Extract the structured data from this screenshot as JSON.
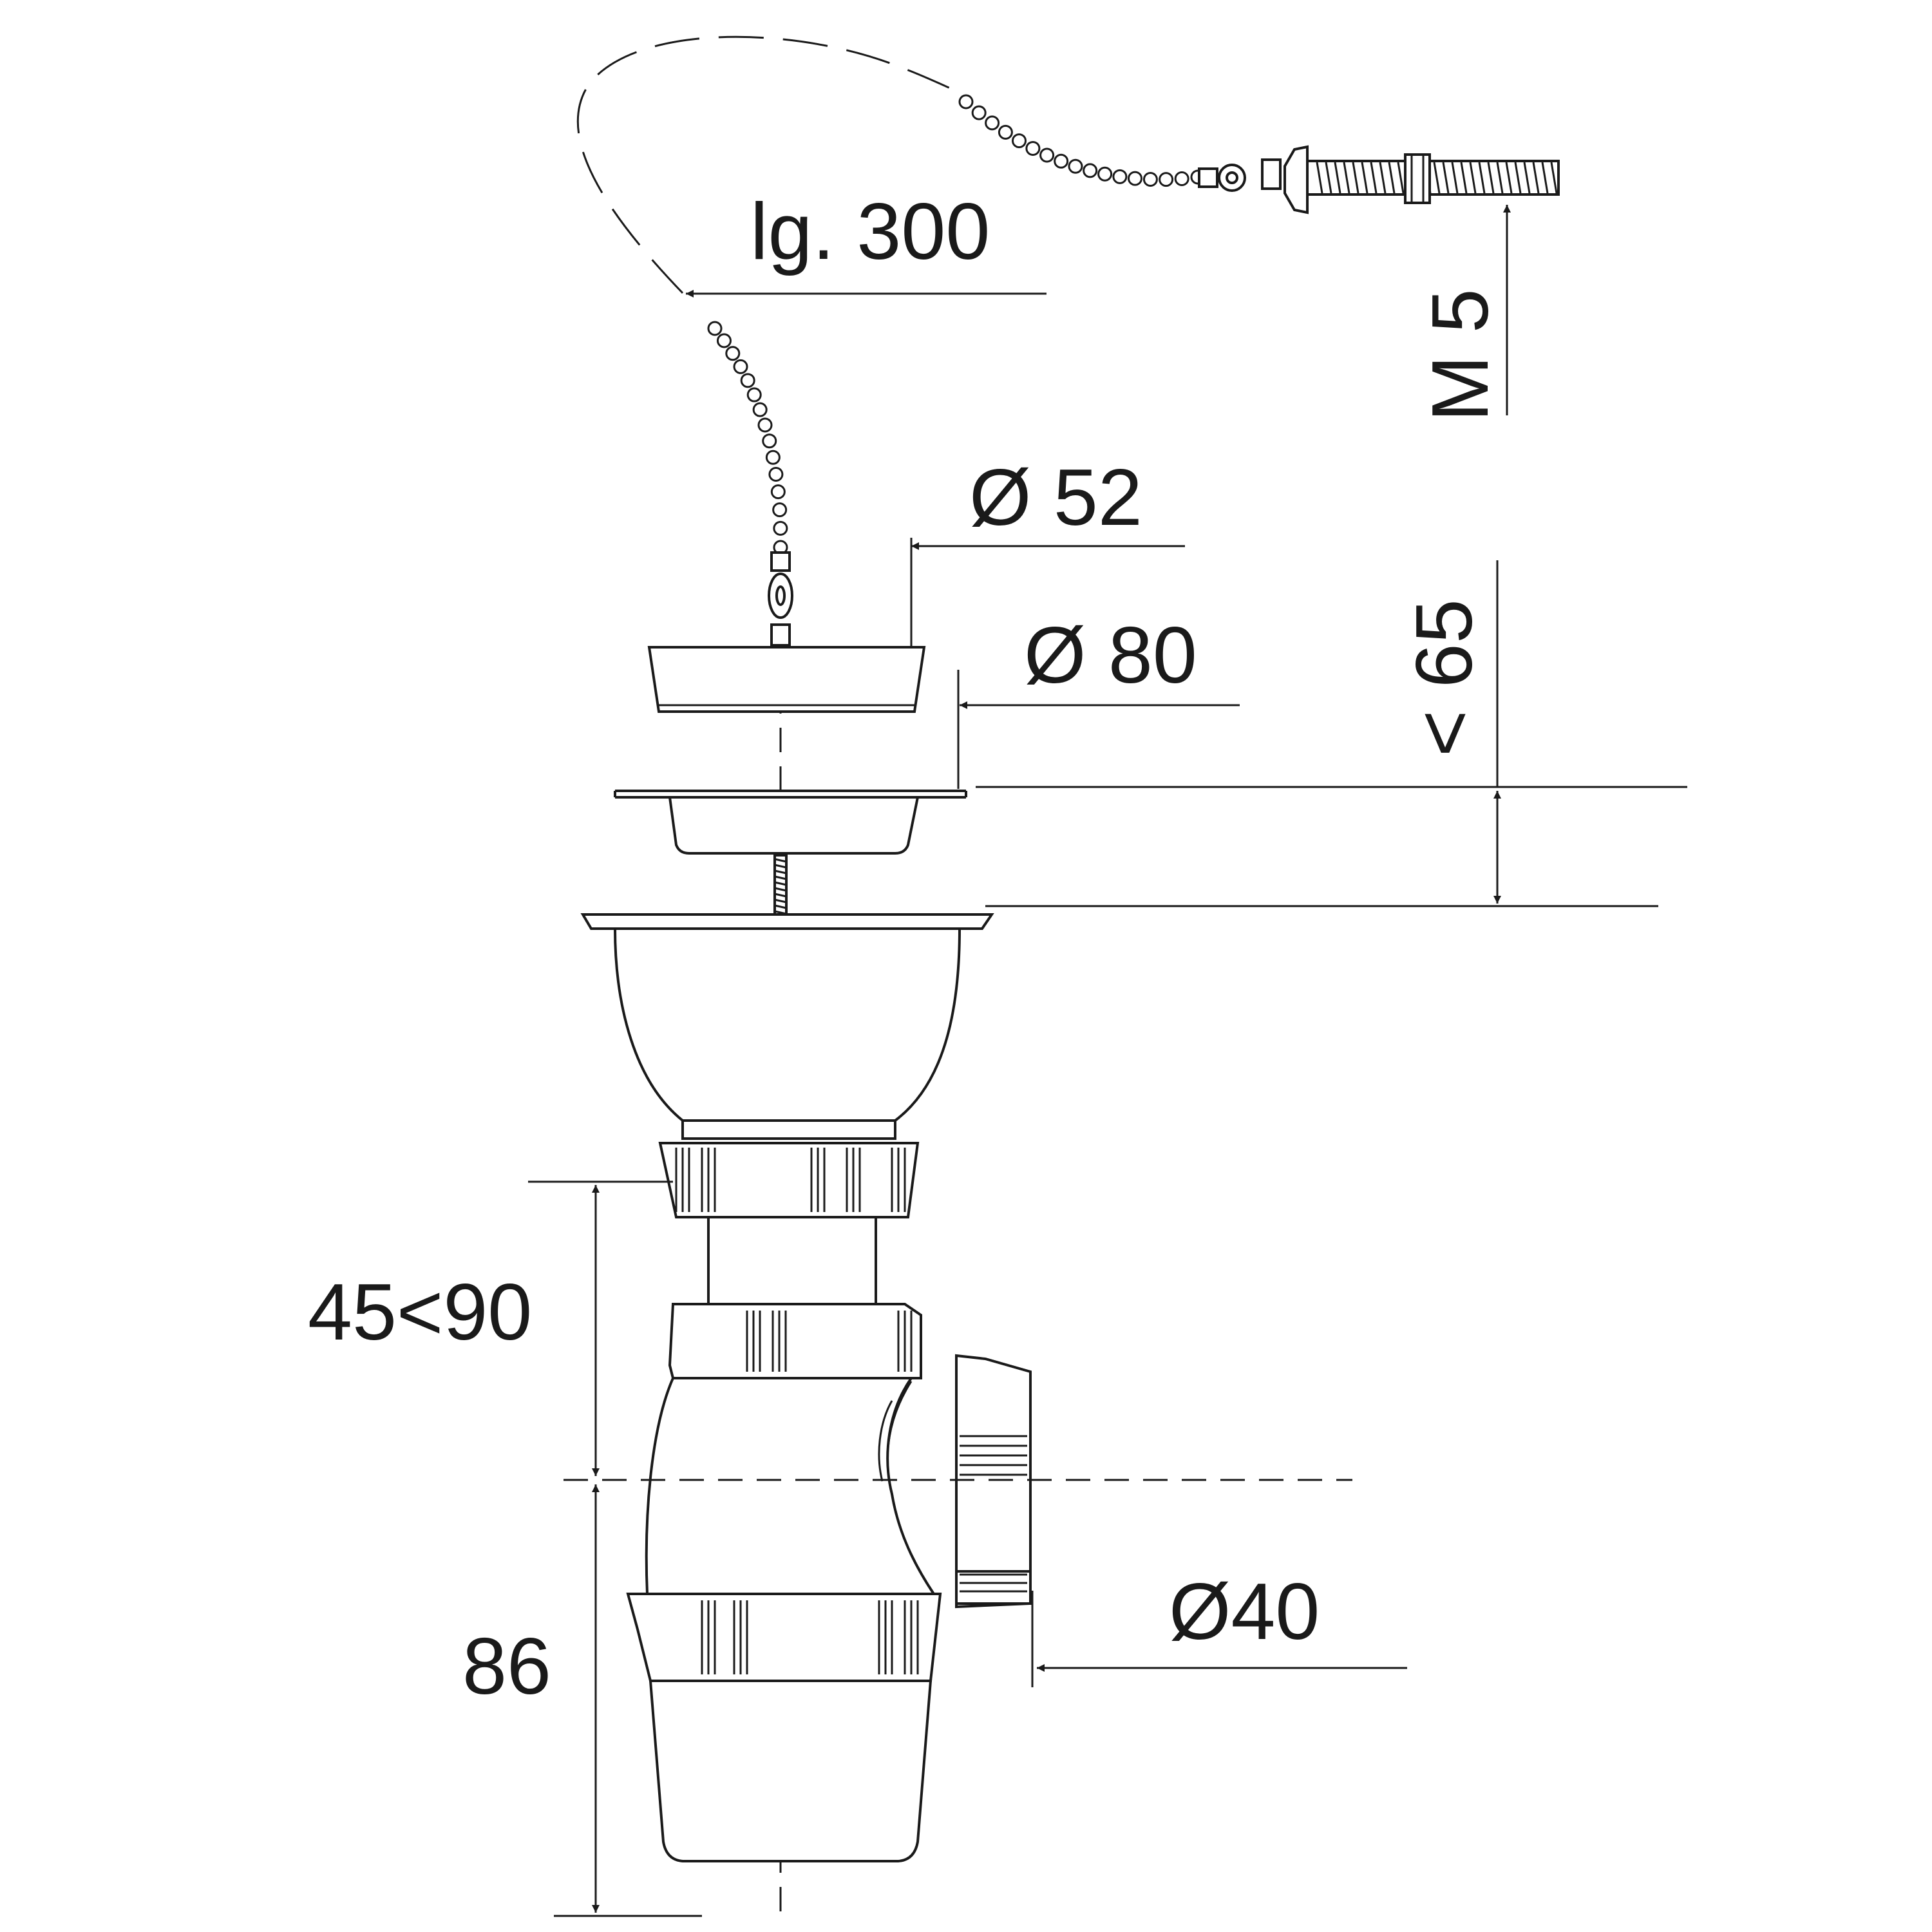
{
  "labels": {
    "chain_length": "lg. 300",
    "thread": "M 5",
    "plug_diameter": "Ø 52",
    "grid_diameter": "Ø 80",
    "sink_thickness": "< 65",
    "height_adjust": "45<90",
    "trap_height": "86",
    "outlet_diameter": "Ø40"
  }
}
